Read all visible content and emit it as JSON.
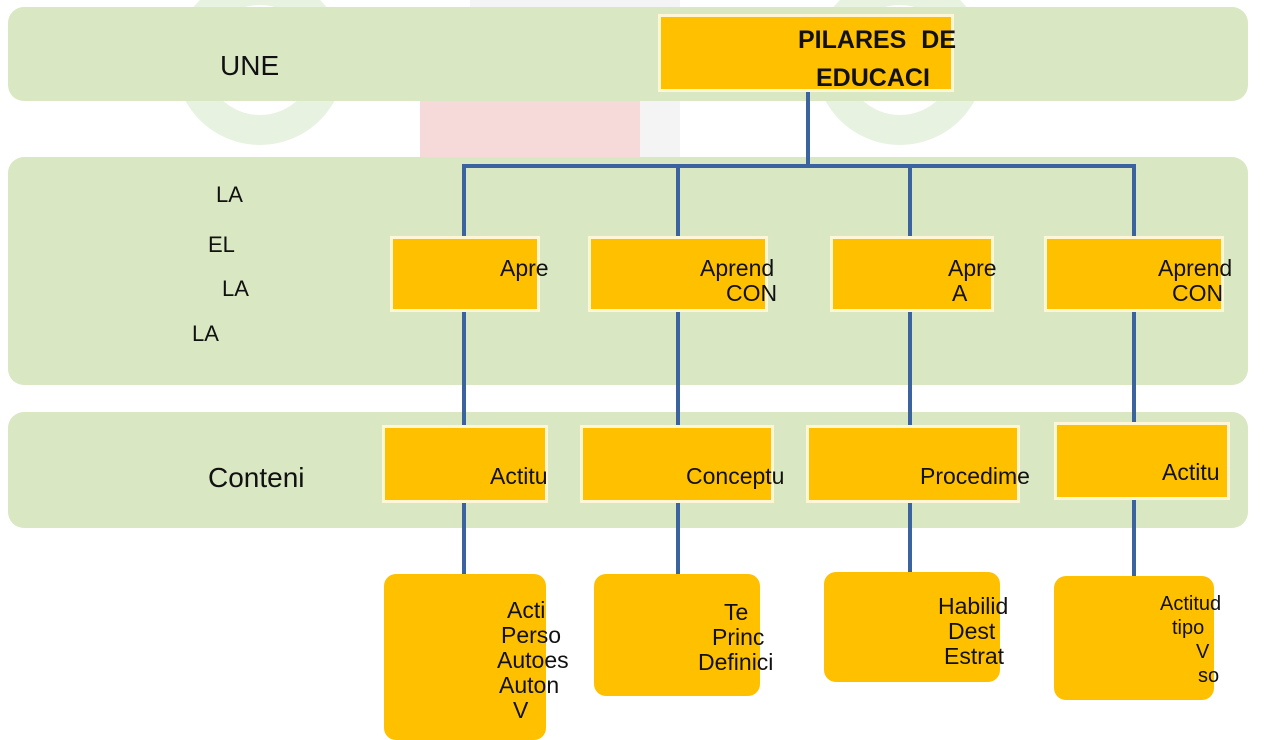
{
  "colors": {
    "band": "#d9e7c3",
    "box": "#ffc000",
    "connector": "#3b63a0"
  },
  "bands": {
    "top_label": "UNE",
    "middle_lines": [
      "LA",
      "EL",
      "LA",
      "LA"
    ],
    "bottom_label": "Conteni"
  },
  "root": {
    "line1": "PILARES DE",
    "line2": "EDUCACI"
  },
  "pillars": [
    {
      "lines": [
        "Apre"
      ]
    },
    {
      "lines": [
        "Aprend",
        "CON"
      ]
    },
    {
      "lines": [
        "Apre",
        "A"
      ]
    },
    {
      "lines": [
        "Aprend",
        "CON"
      ]
    }
  ],
  "contents": [
    {
      "label": "Actitu"
    },
    {
      "label": "Conceptu"
    },
    {
      "label": "Procedime"
    },
    {
      "label": "Actitu"
    }
  ],
  "details": [
    {
      "lines": [
        "Acti",
        "Perso",
        "Autoes",
        "Auton",
        "V"
      ]
    },
    {
      "lines": [
        "Te",
        "Princ",
        "Definici"
      ]
    },
    {
      "lines": [
        "Habilid",
        "Dest",
        "Estrat"
      ]
    },
    {
      "lines": [
        "Actitud",
        "tipo",
        "V",
        "so"
      ]
    }
  ]
}
